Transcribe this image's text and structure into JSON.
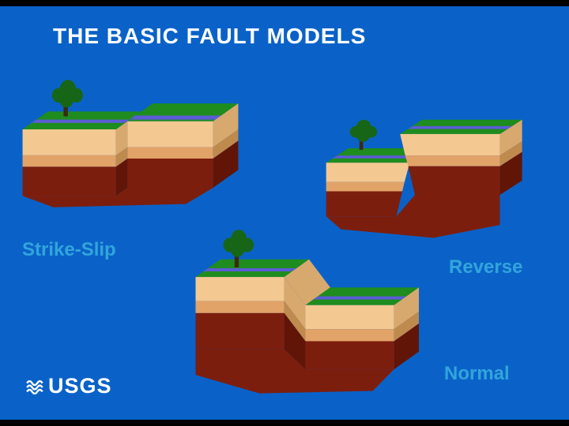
{
  "slide": {
    "title": "THE BASIC FAULT MODELS"
  },
  "diagrams": [
    {
      "name": "strike-slip",
      "label": "Strike-Slip"
    },
    {
      "name": "reverse",
      "label": "Reverse"
    },
    {
      "name": "normal",
      "label": "Normal"
    }
  ],
  "logo": {
    "text": "USGS"
  },
  "colors": {
    "slide-bg": "#0a62c8",
    "title": "#ffffff",
    "label": "#32a5dc",
    "grass": "#1e8c1e",
    "river": "#5c5cd6",
    "topsoil": "#f4c891",
    "subsoil": "#e2a368",
    "topsoil-dark": "#d8a96e",
    "subsoil-dark": "#bf8a4e",
    "bedrock": "#7c1e0e",
    "bedrock-dark": "#611507",
    "tree": "#176617",
    "trunk": "#3a2a12"
  }
}
